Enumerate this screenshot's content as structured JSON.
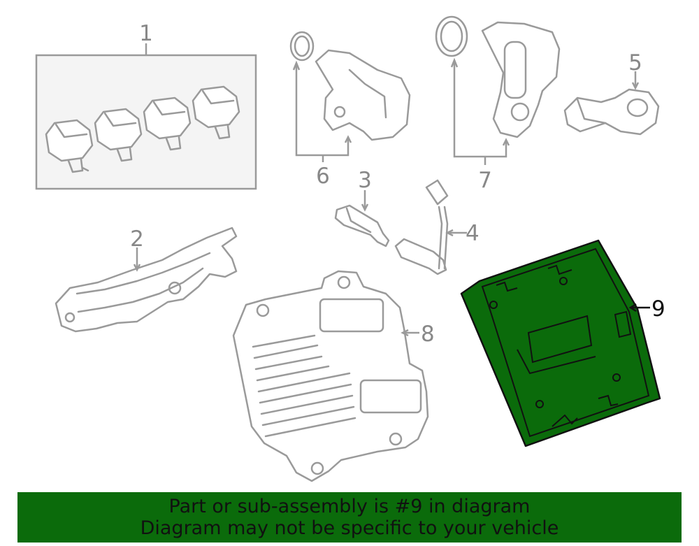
{
  "callouts": {
    "c1": "1",
    "c2": "2",
    "c3": "3",
    "c4": "4",
    "c5": "5",
    "c6": "6",
    "c7": "7",
    "c8": "8",
    "c9": "9"
  },
  "banner": {
    "line1": "Part or sub-assembly is #9 in diagram",
    "line2": "Diagram may not be specific to your vehicle"
  },
  "colors": {
    "highlight": "#0b6b0b",
    "outline": "#9a9a9a"
  }
}
